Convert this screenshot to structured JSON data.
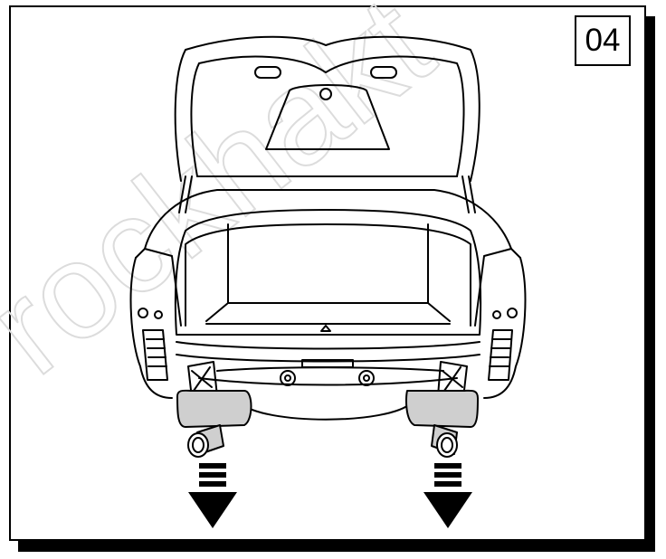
{
  "step_number": "04",
  "watermark_text": "rockhakt",
  "colors": {
    "line": "#000000",
    "exhaust_fill": "#cfcfcf",
    "watermark": "#e8e8e8",
    "background": "#ffffff"
  },
  "arrows": {
    "count": 2,
    "direction": "down",
    "meaning": "remove-exhaust"
  }
}
